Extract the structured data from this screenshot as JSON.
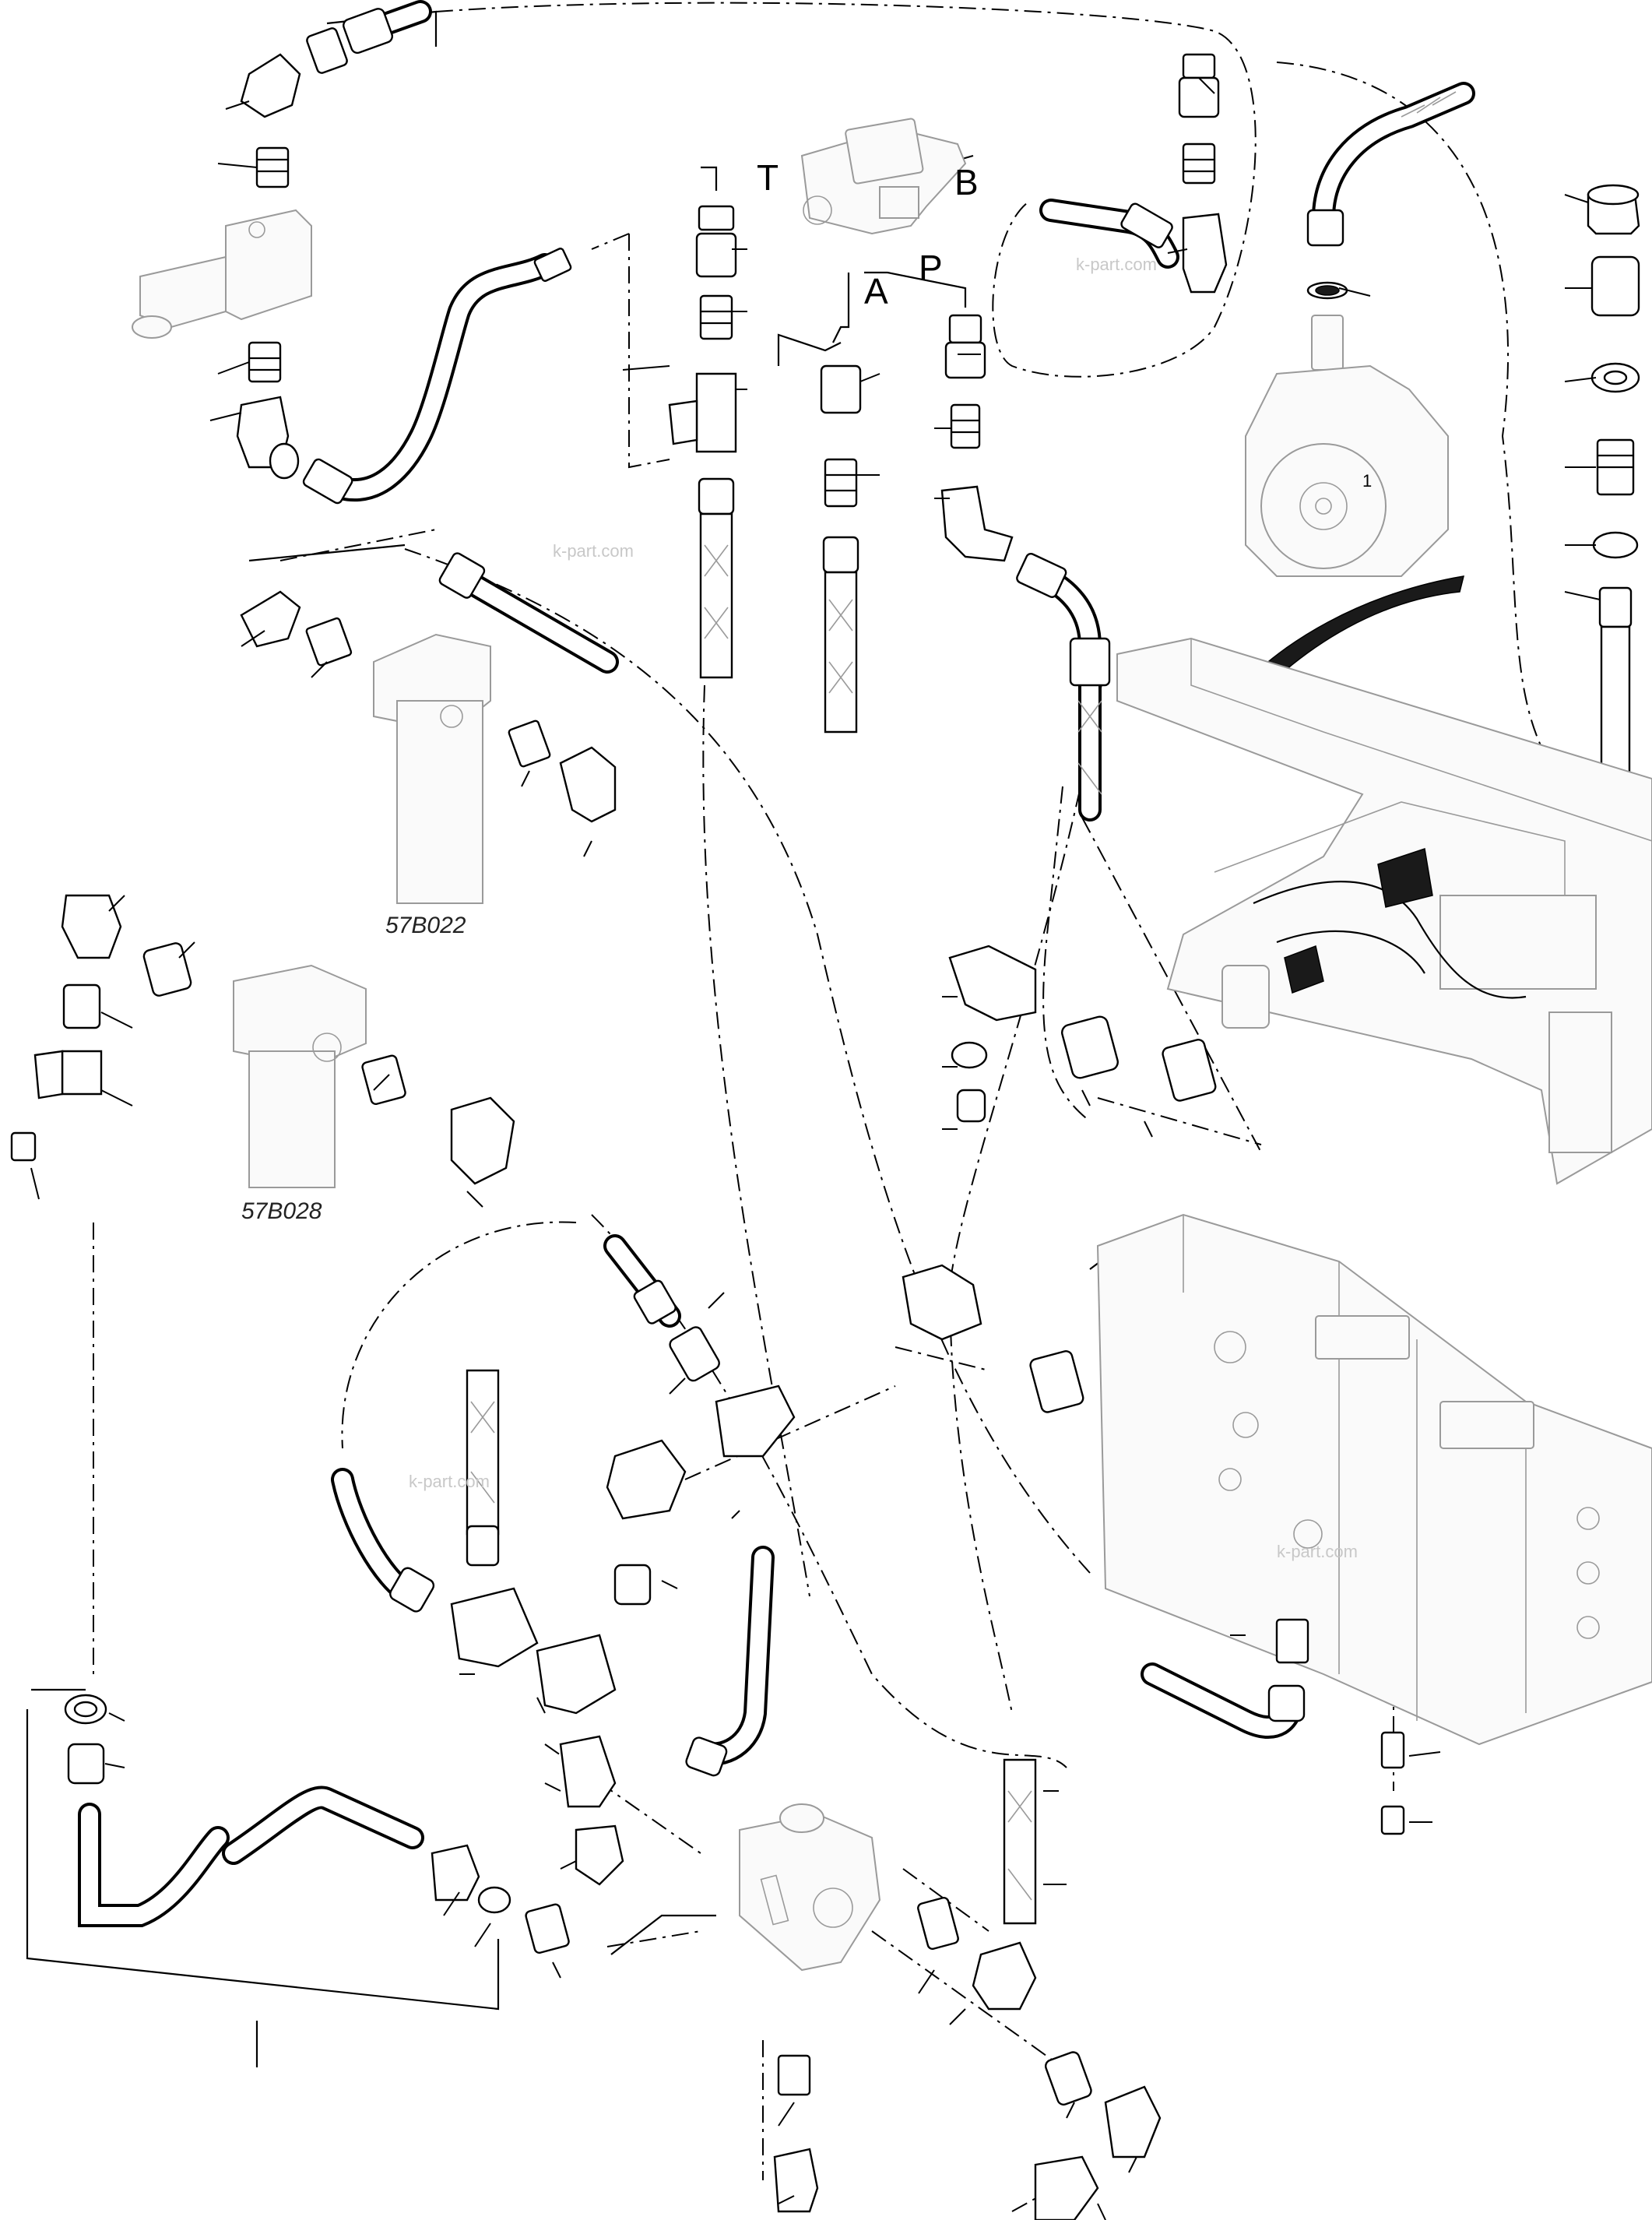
{
  "ports": {
    "t": "T",
    "b": "B",
    "a": "A",
    "p": "P"
  },
  "part_codes": {
    "filter_upper": "57B022",
    "filter_lower": "57B028"
  },
  "callout_number": "1",
  "watermarks": [
    "k-part.com",
    "k-part.com",
    "k-part.com",
    "k-part.com"
  ]
}
